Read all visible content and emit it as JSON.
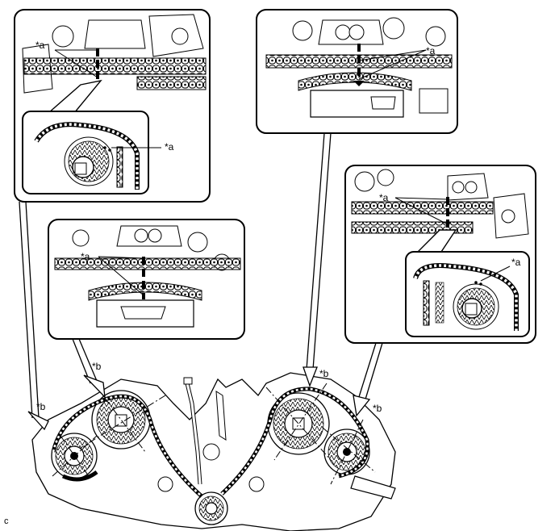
{
  "callouts": {
    "mark_a": "*a",
    "mark_b": "*b"
  },
  "figure_code": "c",
  "colors": {
    "line": "#000000",
    "panel_fill": "#ffffff",
    "hatch": "#2a2a2a"
  }
}
